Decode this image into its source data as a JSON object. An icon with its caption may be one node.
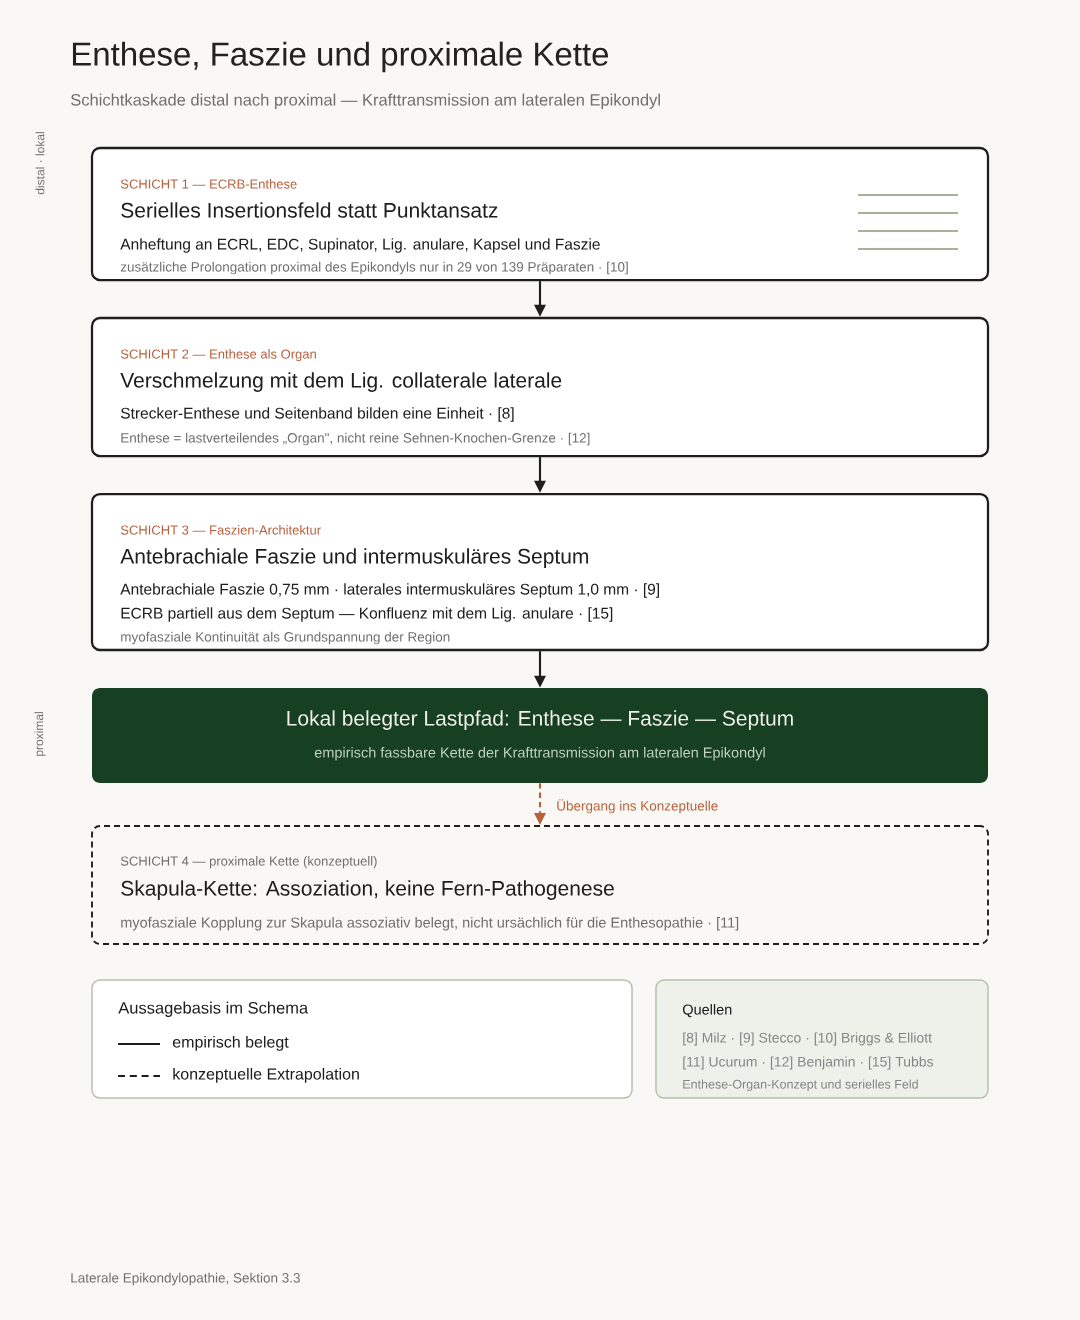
{
  "diagram": {
    "title": "Enthese, Faszie und proximale Kette",
    "nodes": [
      {
        "text": [
          "SCHICHT 1 — ECRB-Enthese",
          "Serielles Insertionsfeld statt Punktansatz",
          "Anheftung an ECRL, EDC, Supinator, Lig. anulare, Kapsel und Faszie",
          "zusätzliche Prolongation proximal des Epikondyls nur in 29 von 139 Präparaten · [10]"
        ]
      },
      {
        "text": [
          "SCHICHT 2 — Enthese als Organ",
          "Verschmelzung mit dem Lig. collaterale laterale",
          "Strecker-Enthese und Seitenband bilden eine Einheit · [8]",
          "Enthese = lastverteilendes „Organ\", nicht reine Sehnen-Knochen-Grenze · [12]"
        ]
      },
      {
        "text": [
          "SCHICHT 3 — Faszien-Architektur",
          "Antebrachiale Faszie und intermuskuläres Septum",
          "Antebrachiale Faszie 0,75 mm · laterales intermuskuläres Septum 1,0 mm · [9]",
          "ECRB partiell aus dem Septum — Konfluenz mit dem Lig. anulare · [15]",
          "myofasziale Kontinuität als Grundspannung der Region"
        ]
      },
      {
        "text": [
          "Lokal belegter Lastpfad: Enthese — Faszie — Septum",
          "empirisch fassbare Kette der Krafttransmission am lateralen Epikondyl"
        ]
      },
      {
        "text": [
          "SCHICHT 4 — proximale Kette (konzeptuell)",
          "Skapula-Kette: Assoziation, keine Fern-Pathogenese",
          "myofasziale Kopplung zur Skapula assoziativ belegt, nicht ursächlich für die Enthesopathie · [11]"
        ]
      },
      {
        "text": [
          "Aussagebasis im Schema"
        ]
      },
      {
        "text": [
          "Quellen",
          "[8] Milz · [9] Stecco · [10] Briggs & Elliott",
          "[11] Ucurum · [12] Benjamin · [15] Tubbs",
          "Enthese-Organ-Konzept und serielles Feld"
        ]
      }
    ],
    "edges": [
      {
        "from": 0,
        "to": 1,
        "arrow": "to"
      },
      {
        "from": 1,
        "to": 2,
        "arrow": "to"
      },
      {
        "from": 2,
        "to": 3,
        "arrow": "to"
      },
      {
        "from": 3,
        "to": 4,
        "arrow": "to",
        "label": "Übergang ins Konzeptuelle",
        "style": "dashed",
        "color": "#b8603c"
      }
    ],
    "labels": [
      "Schichtkaskade distal nach proximal — Krafttransmission am lateralen Epikondyl",
      "distal · lokal",
      "proximal",
      "Laterale Epikondylopathie, Sektion 3.3"
    ],
    "legend": [
      {
        "text": "empirisch belegt"
      },
      {
        "text": "konzeptuelle Extrapolation"
      }
    ]
  }
}
